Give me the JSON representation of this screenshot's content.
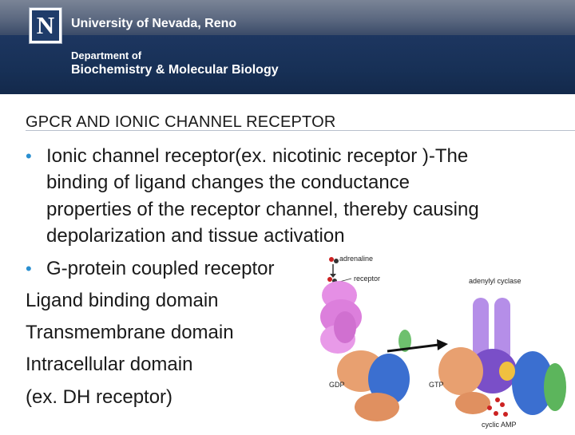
{
  "header": {
    "logo_letter": "N",
    "university": "University of Nevada, Reno",
    "department_line1": "Department of",
    "department_line2": "Biochemistry & Molecular Biology"
  },
  "slide": {
    "title": "GPCR AND IONIC CHANNEL RECEPTOR",
    "bullets": [
      {
        "lines": [
          "Ionic channel receptor(ex. nicotinic receptor )-The",
          "binding of ligand changes the conductance",
          "properties of the receptor channel, thereby causing",
          "depolarization and tissue activation"
        ]
      },
      {
        "lines": [
          "G-protein coupled receptor"
        ]
      }
    ],
    "plain_lines": [
      "Ligand binding domain",
      "Transmembrane domain",
      "Intracellular domain",
      "(ex. DH receptor)"
    ]
  },
  "figure": {
    "labels": {
      "adrenaline": "adrenaline",
      "receptor": "receptor",
      "adenylyl_cyclase": "adenylyl cyclase",
      "gdp": "GDP",
      "gtp": "GTP",
      "cyclic_amp": "cyclic AMP"
    }
  },
  "colors": {
    "bullet": "#2a8fd0",
    "banner_dark": "#173056",
    "receptor": "#e08be0",
    "cyclase": "#b58ee8"
  }
}
